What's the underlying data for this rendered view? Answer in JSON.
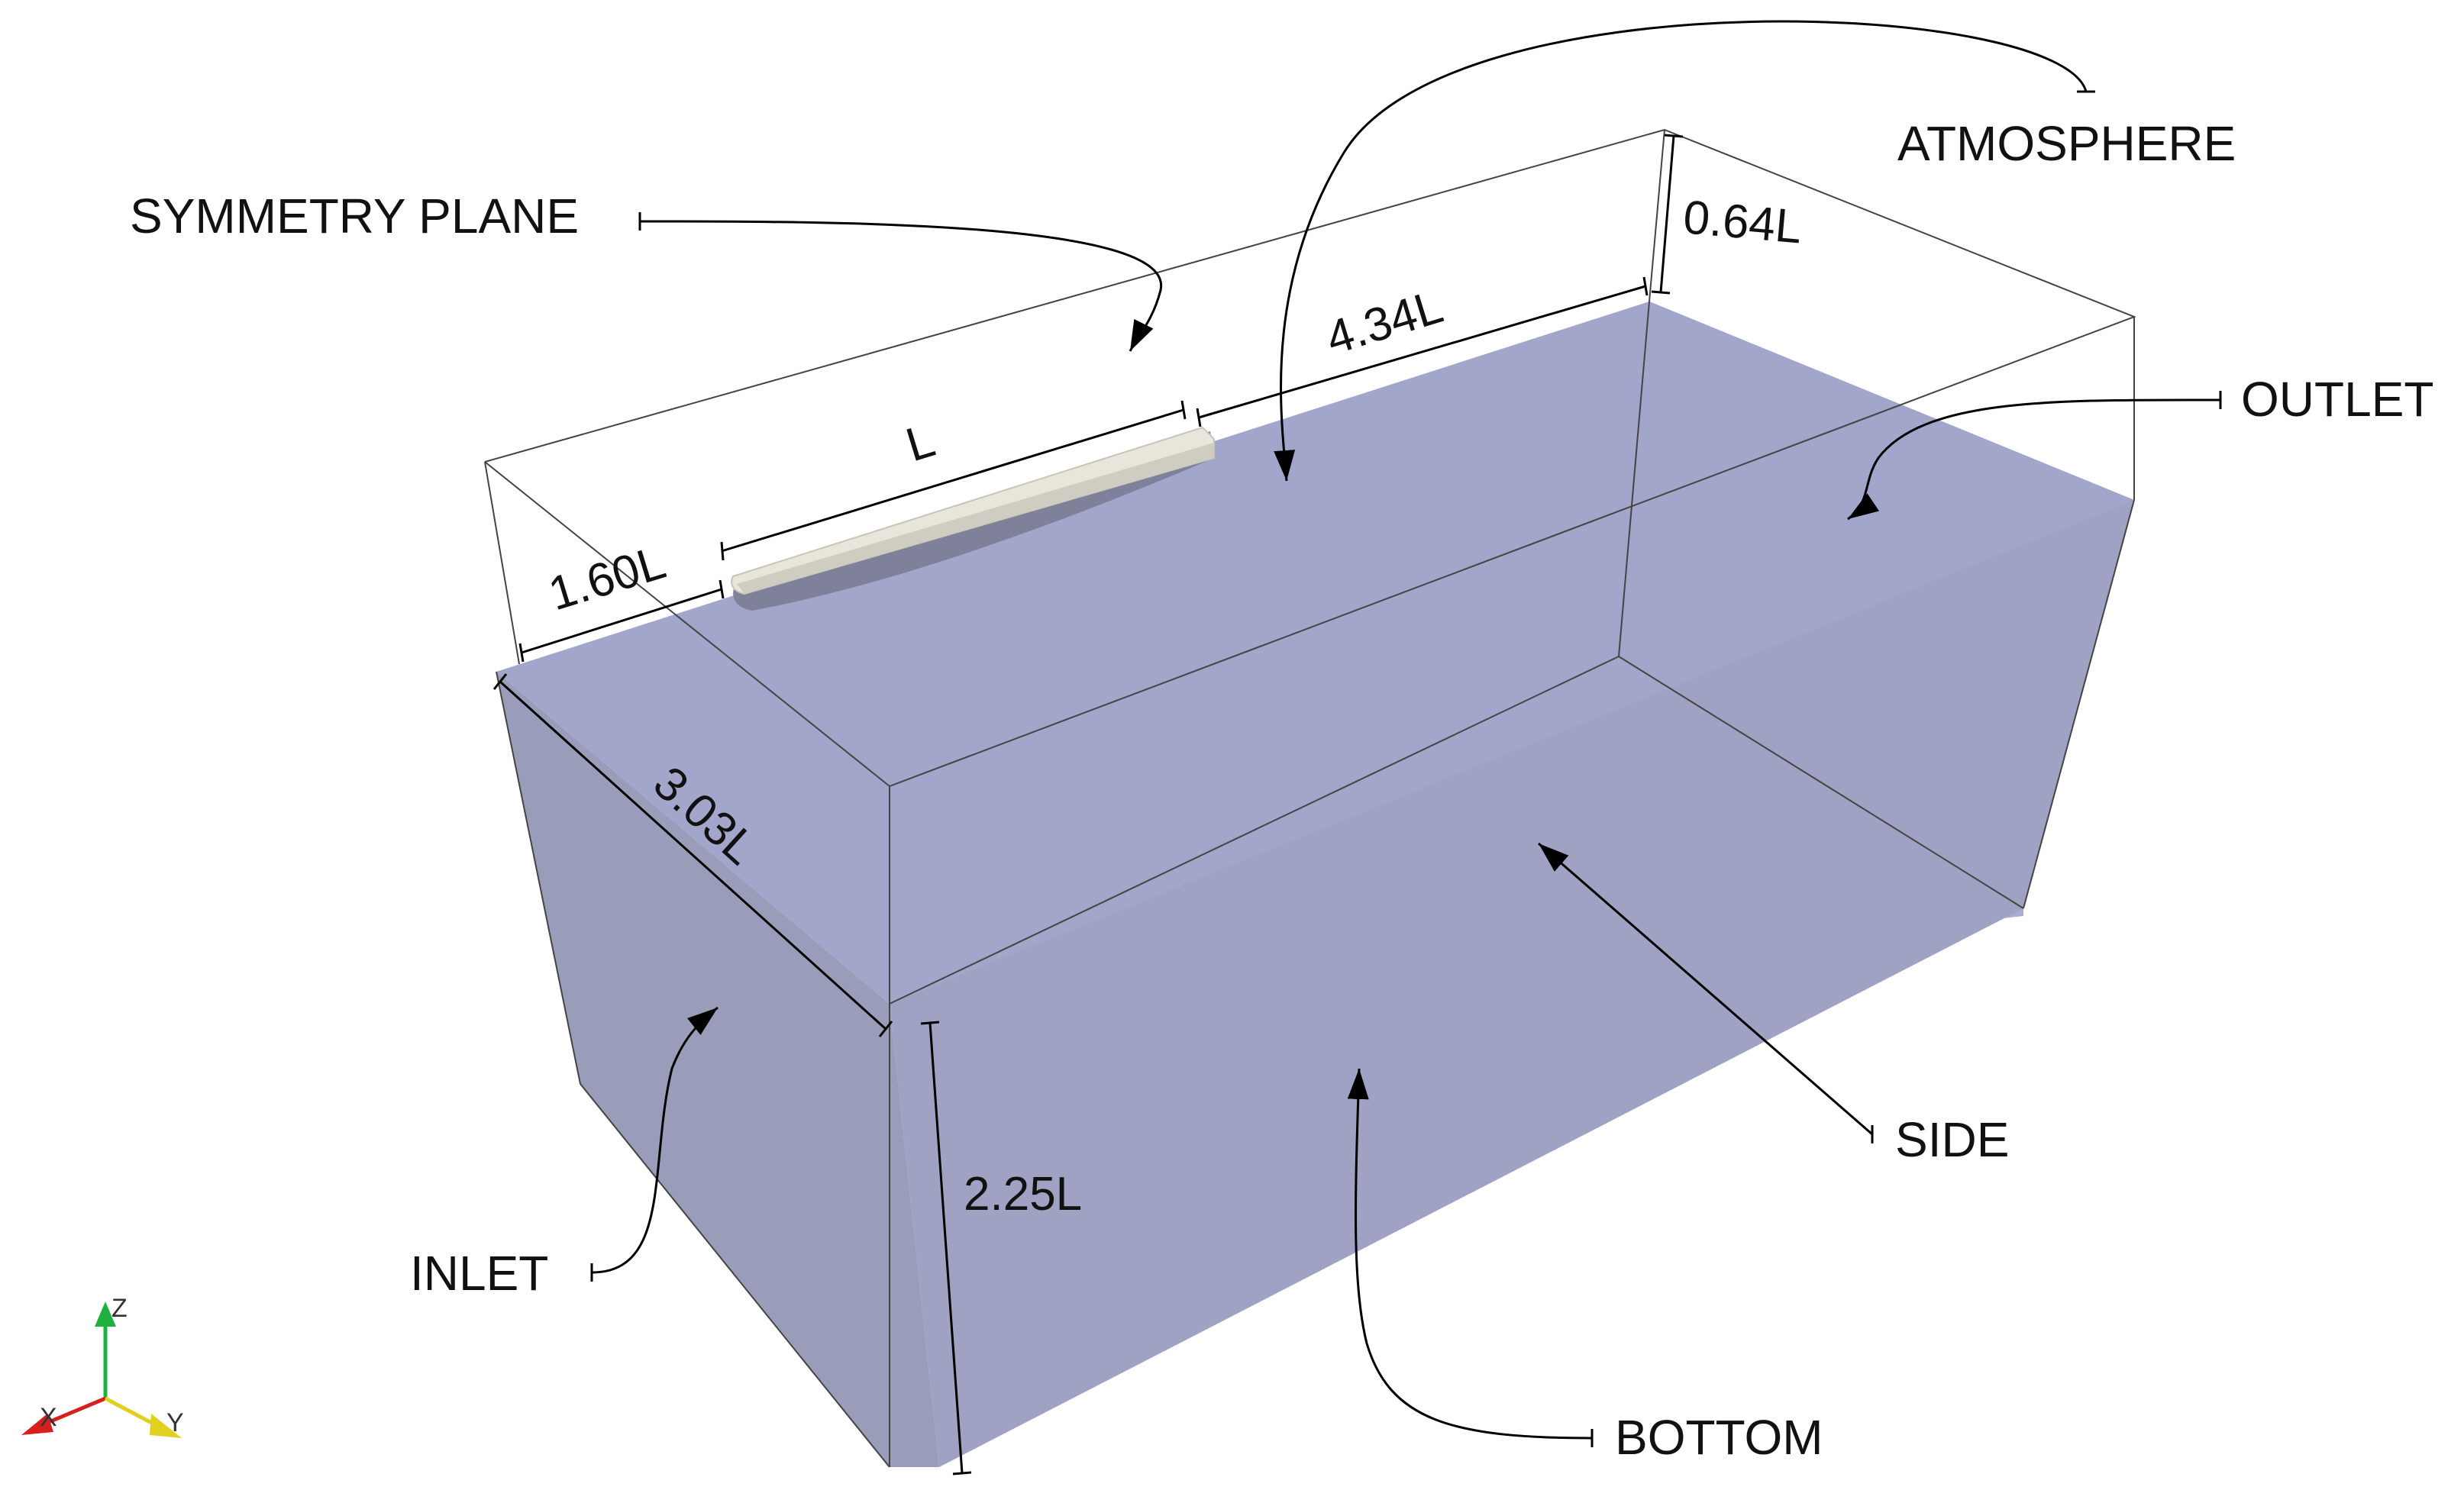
{
  "labels": {
    "symmetry_plane": "SYMMETRY PLANE",
    "atmosphere": "ATMOSPHERE",
    "outlet": "OUTLET",
    "side": "SIDE",
    "bottom": "BOTTOM",
    "inlet": "INLET"
  },
  "dimensions": {
    "hull_length": "L",
    "upstream_length": "1.60L",
    "downstream_length": "4.34L",
    "air_height": "0.64L",
    "width": "3.03L",
    "water_depth": "2.25L"
  },
  "axes": {
    "z": "Z",
    "x": "X",
    "y": "Y"
  },
  "colors": {
    "water": "#a0a3c7",
    "water_dark": "#8f93b8",
    "hull": "#e6e3d8",
    "axis_x": "#d62020",
    "axis_y": "#e0d020",
    "axis_z": "#20b040"
  }
}
